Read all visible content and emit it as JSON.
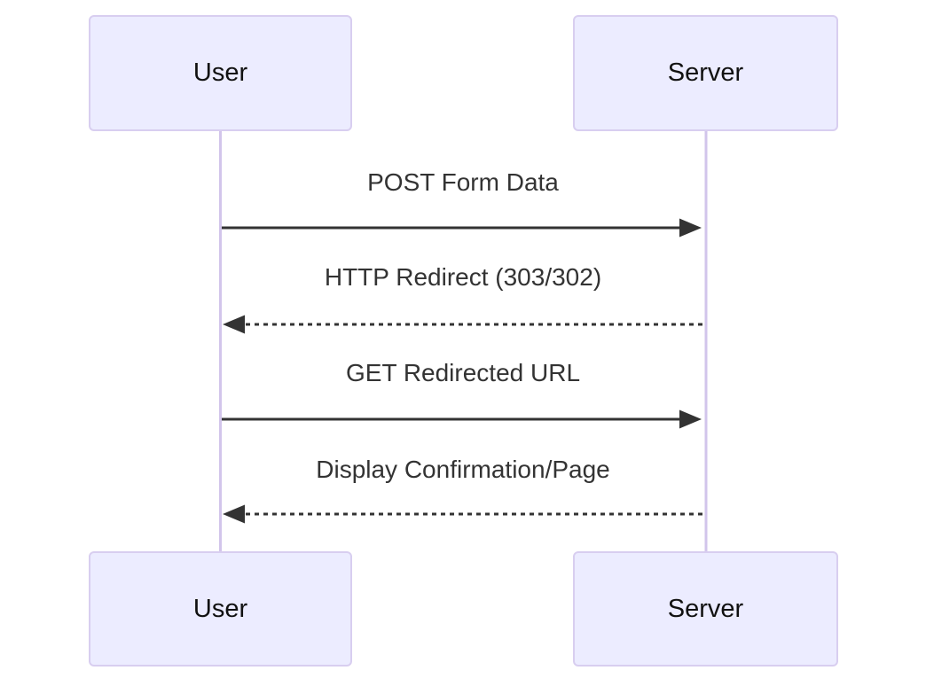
{
  "diagram": {
    "type": "sequence-diagram",
    "pattern": "POST/Redirect/GET",
    "actors": [
      {
        "id": "user",
        "label": "User"
      },
      {
        "id": "server",
        "label": "Server"
      }
    ],
    "messages": [
      {
        "from": "User",
        "to": "Server",
        "label": "POST Form Data",
        "line": "solid",
        "direction": "right"
      },
      {
        "from": "Server",
        "to": "User",
        "label": "HTTP Redirect (303/302)",
        "line": "dashed",
        "direction": "left"
      },
      {
        "from": "User",
        "to": "Server",
        "label": "GET Redirected URL",
        "line": "solid",
        "direction": "right"
      },
      {
        "from": "Server",
        "to": "User",
        "label": "Display Confirmation/Page",
        "line": "dashed",
        "direction": "left"
      }
    ],
    "colors": {
      "background": "#FFFFFF",
      "actor_fill": "#ECECFF",
      "actor_border": "#D8CEF0",
      "actor_text": "#111111",
      "lifeline": "#D2C5EB",
      "arrow": "#333333",
      "message_text": "#333333"
    }
  }
}
